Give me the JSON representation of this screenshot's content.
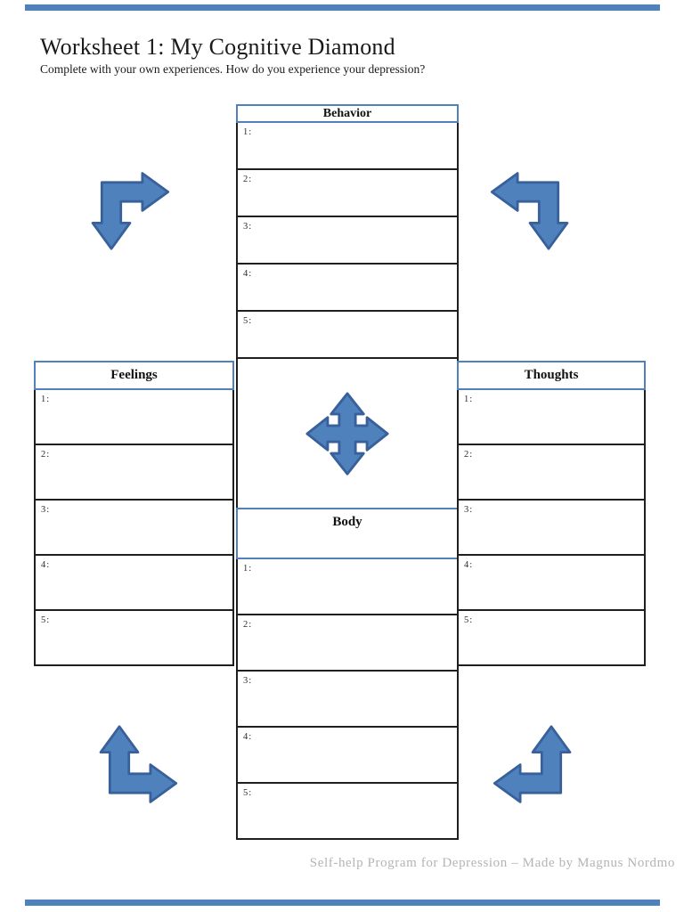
{
  "page": {
    "title": "Worksheet 1: My Cognitive Diamond",
    "subtitle": "Complete with your own experiences. How do you experience your depression?",
    "footer": "Self-help Program for Depression – Made by Magnus Nordmo"
  },
  "tables": {
    "behavior": {
      "header": "Behavior",
      "rows": [
        "1:",
        "2:",
        "3:",
        "4:",
        "5:"
      ]
    },
    "feelings": {
      "header": "Feelings",
      "rows": [
        "1:",
        "2:",
        "3:",
        "4:",
        "5:"
      ]
    },
    "thoughts": {
      "header": "Thoughts",
      "rows": [
        "1:",
        "2:",
        "3:",
        "4:",
        "5:"
      ]
    },
    "body": {
      "header": "Body",
      "rows": [
        "1:",
        "2:",
        "3:",
        "4:",
        "5:"
      ]
    }
  },
  "icons": {
    "center": "four-way-arrow-icon",
    "top_left": "elbow-arrow-right-down-icon",
    "top_right": "elbow-arrow-left-down-icon",
    "bottom_left": "elbow-arrow-up-right-icon",
    "bottom_right": "elbow-arrow-up-left-icon"
  },
  "colors": {
    "accent_blue": "#4f81bd",
    "arrow_stroke": "#38609a",
    "table_border": "#1f1f1f",
    "footer_gray": "#b4b4b4"
  }
}
